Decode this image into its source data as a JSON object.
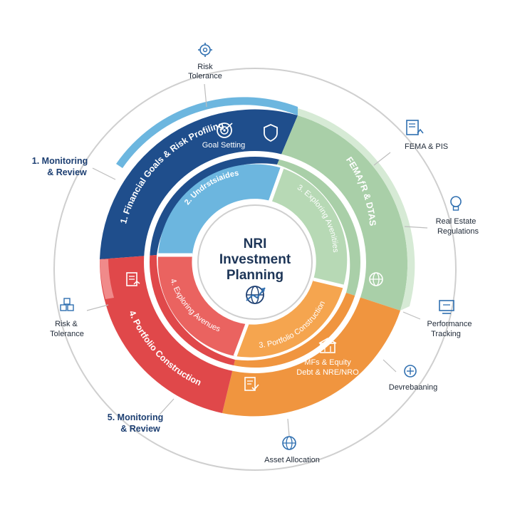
{
  "center": {
    "line1": "NRI",
    "line2": "Investment",
    "line3": "Planning",
    "icon": "globe-growth-icon"
  },
  "segments": [
    {
      "key": "blue",
      "color": "#1f4e8c",
      "label": "1. Financial Goals & Risk Profiling",
      "inner_label": "Goal Setting"
    },
    {
      "key": "green",
      "color": "#a9cfa8",
      "label": "FEMAƒR & DTAS"
    },
    {
      "key": "orange",
      "color": "#f0953f",
      "inner_label_1": "MFs & Equity",
      "inner_label_2": "Debt & NRE/NRO"
    },
    {
      "key": "red",
      "color": "#e0484a",
      "label": "4. Portfolio Construction"
    }
  ],
  "inner_ring": [
    {
      "key": "light-blue",
      "color": "#6cb6df",
      "label": "2. Undrstsiaides"
    },
    {
      "key": "light-green",
      "color": "#b7d9b5",
      "label": "3. Exploring Avenitiies"
    },
    {
      "key": "light-orange",
      "color": "#f5a54f",
      "label": "3. Portfolio Construction"
    },
    {
      "key": "light-red",
      "color": "#ea6360",
      "label": "4. Exploring Avenues"
    }
  ],
  "outer_labels": {
    "risk_tolerance_top_1": "Risk",
    "risk_tolerance_top_2": "Tolerance",
    "fema": "FEMA & PIS",
    "real_estate_1": "Real Estate",
    "real_estate_2": "Regulations",
    "performance_1": "Performance",
    "performance_2": "Tracking",
    "rebalancing": "Devrebaaning",
    "asset_allocation": "Asset Allocation",
    "monitoring_bottom_1": "5. Monitoring",
    "monitoring_bottom_2": "& Review",
    "risk_tolerance_left_1": "Risk &",
    "risk_tolerance_left_2": "Tolerance",
    "monitoring_top_1": "1. Monitoring",
    "monitoring_top_2": "& Review"
  },
  "colors": {
    "navy": "#1d3f72",
    "ring": "#c9c9c9",
    "icon_blue": "#2f6fb0"
  }
}
